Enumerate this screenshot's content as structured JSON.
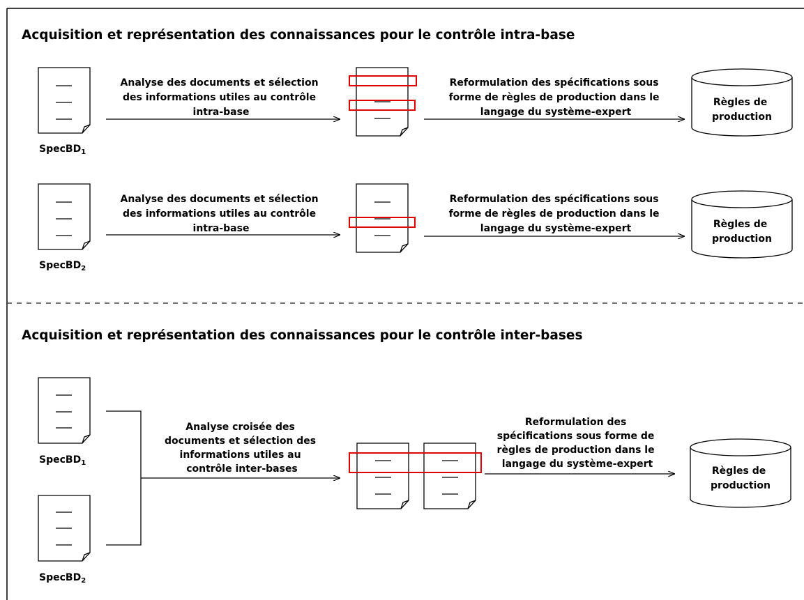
{
  "sections": {
    "intra": {
      "title": "Acquisition et représentation des connaissances pour le contrôle intra-base",
      "row1": {
        "doc_label": "SpecBD",
        "doc_sub": "1",
        "analysis": [
          "Analyse des documents et sélection",
          "des informations utiles au contrôle",
          "intra-base"
        ],
        "reformulation": [
          "Reformulation des spécifications sous",
          "forme de règles de production dans le",
          "langage du système-expert"
        ],
        "db_label": [
          "Règles de",
          "production"
        ]
      },
      "row2": {
        "doc_label": "SpecBD",
        "doc_sub": "2",
        "analysis": [
          "Analyse des documents et sélection",
          "des informations utiles au contrôle",
          "intra-base"
        ],
        "reformulation": [
          "Reformulation des spécifications sous",
          "forme de règles de production dans le",
          "langage du système-expert"
        ],
        "db_label": [
          "Règles de",
          "production"
        ]
      }
    },
    "inter": {
      "title": "Acquisition et représentation des connaissances pour le contrôle inter-bases",
      "doc1_label": "SpecBD",
      "doc1_sub": "1",
      "doc2_label": "SpecBD",
      "doc2_sub": "2",
      "analysis": [
        "Analyse croisée des",
        "documents et sélection des",
        "informations utiles au",
        "contrôle inter-bases"
      ],
      "reformulation": [
        "Reformulation des",
        "spécifications sous forme de",
        "règles de production dans le",
        "langage du système-expert"
      ],
      "db_label": [
        "Règles de",
        "production"
      ]
    }
  },
  "colors": {
    "line": "#000000",
    "highlight": "#e00000",
    "separator": "#444444"
  }
}
